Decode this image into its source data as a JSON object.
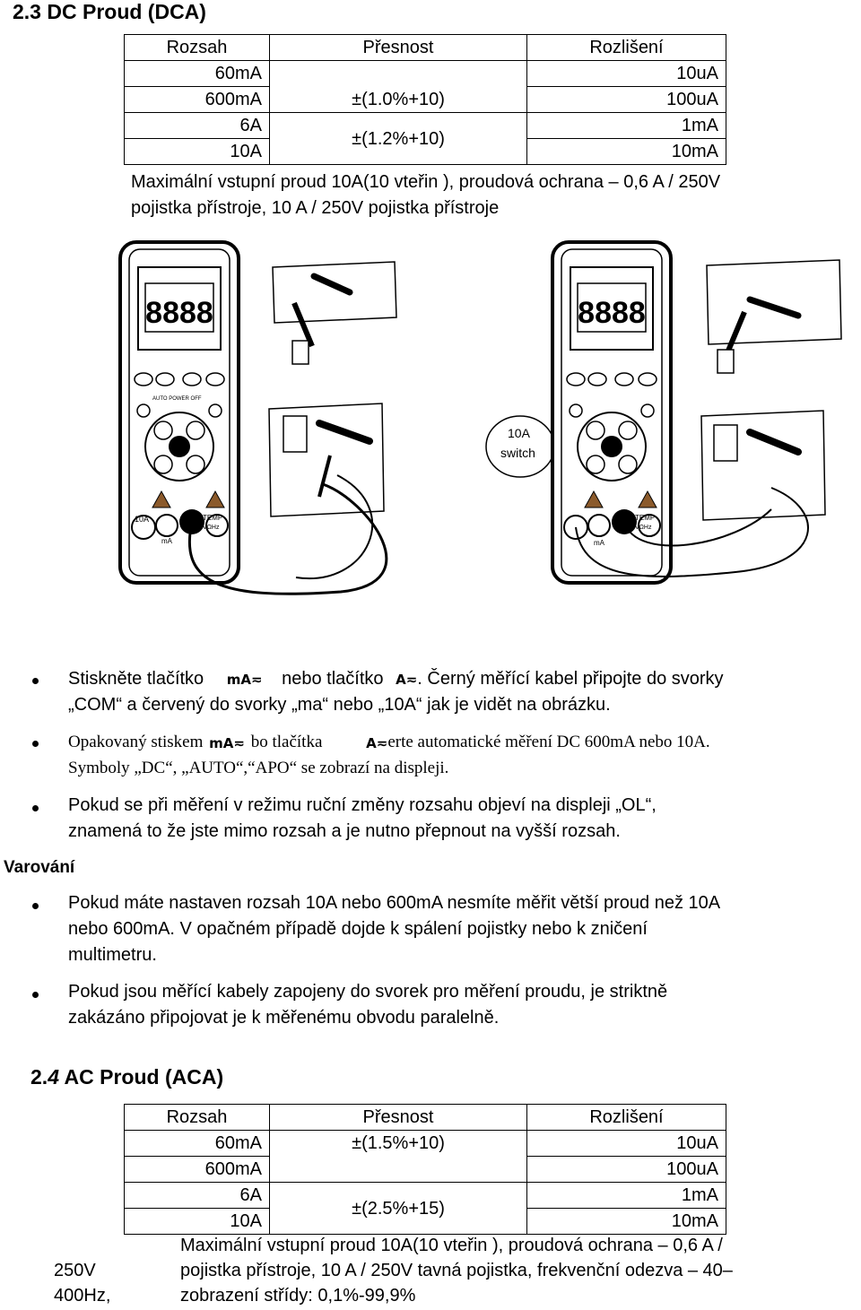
{
  "dc": {
    "heading": "2.3 DC Proud (DCA)",
    "headers": [
      "Rozsah",
      "Přesnost",
      "Rozlišení"
    ],
    "rows": [
      {
        "range": "60mA",
        "resolution": "10uA"
      },
      {
        "range": "600mA",
        "resolution": "100uA"
      },
      {
        "range": "6A",
        "resolution": "1mA"
      },
      {
        "range": "10A",
        "resolution": "10mA"
      }
    ],
    "accuracy": [
      "±(1.0%+10)",
      "±(1.2%+10)"
    ],
    "note_line1": "Maximální vstupní proud 10A(10 vteřin ), proudová ochrana – 0,6 A / 250V",
    "note_line2": "pojistka přístroje, 10 A / 250V pojistka přístroje"
  },
  "figure": {
    "switch_label_1": "10A",
    "switch_label_2": "switch",
    "meter_left": {
      "display": "8888",
      "temp": "TEMP",
      "port_10a": "10A",
      "port_ma": "mA",
      "vohm": "VΩHz"
    },
    "meter_right": {
      "display": "8888",
      "temp": "TEMP",
      "port_ma": "mA",
      "vohm": "VΩHz"
    }
  },
  "instructions": {
    "b1_part1": "Stiskněte tlačítko",
    "b1_icon1": "mA≂",
    "b1_part2": "nebo tlačítko",
    "b1_icon2": "A≂",
    "b1_part3": ". Černý měřící kabel připojte do svorky",
    "b1_line2": "„COM“ a červený do svorky „ma“ nebo „10A“ jak je vidět na obrázku.",
    "b2_part1": "Opakovaný stiskem",
    "b2_icon1": "mA≂",
    "b2_part2": "bo tlačítka",
    "b2_icon2": "A≂",
    "b2_part3": "erte automatické měření DC 600mA nebo 10A.",
    "b2_line2": "Symboly „DC“, „AUTO“,“APO“ se zobrazí na displeji.",
    "b3_line1": "Pokud se při měření v režimu ruční změny rozsahu objeví na displeji „OL“,",
    "b3_line2": "znamená to že jste mimo rozsah a je nutno přepnout na vyšší rozsah."
  },
  "warning": {
    "title": "Varování",
    "w1_line1": "Pokud máte nastaven rozsah 10A nebo 600mA nesmíte měřit větší proud než 10A",
    "w1_line2": "nebo 600mA. V opačném případě dojde k spálení pojistky nebo k zničení",
    "w1_line3": "multimetru.",
    "w2_line1": "Pokud jsou měřící kabely zapojeny do svorek pro měření proudu, je striktně",
    "w2_line2": "zakázáno připojovat je k měřenému obvodu paralelně."
  },
  "ac": {
    "heading_prefix": "2.",
    "heading_num": "4",
    "heading_rest": " AC Proud (ACA)",
    "headers": [
      "Rozsah",
      "Přesnost",
      "Rozlišení"
    ],
    "rows": [
      {
        "range": "60mA",
        "resolution": "10uA"
      },
      {
        "range": "600mA",
        "resolution": "100uA"
      },
      {
        "range": "6A",
        "resolution": "1mA"
      },
      {
        "range": "10A",
        "resolution": "10mA"
      }
    ],
    "accuracy": [
      "±(1.5%+10)",
      "±(2.5%+15)"
    ],
    "left_label_1": "250V",
    "left_label_2": "400Hz,",
    "note_line1": "Maximální vstupní proud 10A(10 vteřin ), proudová ochrana – 0,6 A /",
    "note_line2": "pojistka přístroje, 10 A / 250V tavná pojistka, frekvenční odezva – 40–",
    "note_line3": "zobrazení střídy: 0,1%-99,9%"
  }
}
